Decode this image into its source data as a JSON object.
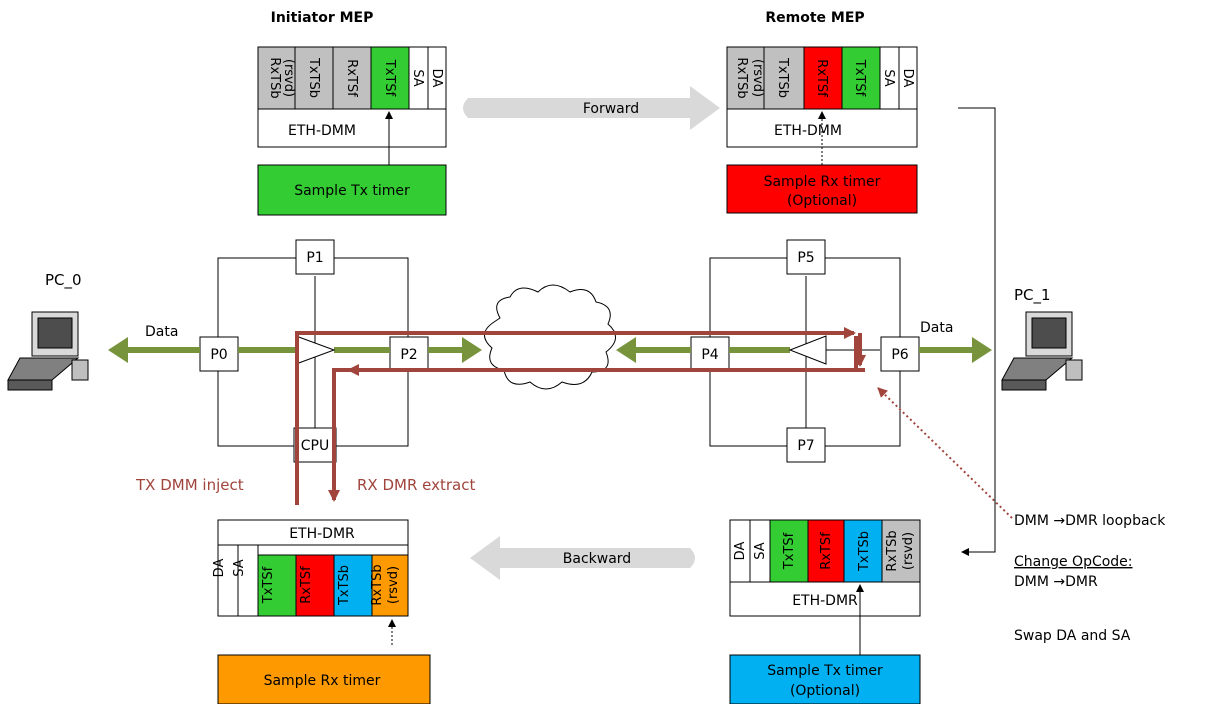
{
  "titles": {
    "initiator": "Initiator MEP",
    "remote": "Remote MEP"
  },
  "arrows": {
    "forward": "Forward",
    "backward": "Backward"
  },
  "frames": {
    "dmm_fields": [
      "DA",
      "SA",
      "TxTSf",
      "RxTSf",
      "TxTSb",
      "RxTSb\n(rsvd)"
    ],
    "dmm_label": "ETH-DMM",
    "dmr_label": "ETH-DMR"
  },
  "samples": {
    "init_tx": "Sample Tx timer",
    "remote_rx_line1": "Sample Rx timer",
    "remote_rx_line2": "(Optional)",
    "init_rx": "Sample Rx timer",
    "remote_tx_line1": "Sample Tx timer",
    "remote_tx_line2": "(Optional)"
  },
  "hosts": {
    "pc0": "PC_0",
    "pc1": "PC_1"
  },
  "ports": {
    "p0": "P0",
    "p1": "P1",
    "p2": "P2",
    "cpu": "CPU",
    "p4": "P4",
    "p5": "P5",
    "p6": "P6",
    "p7": "P7"
  },
  "flow": {
    "data_left": "Data",
    "data_right": "Data",
    "tx_inject": "TX DMM inject",
    "rx_extract": "RX DMR extract"
  },
  "notes": {
    "loopback": "DMM →DMR loopback",
    "change_opcode": "Change OpCode:",
    "opcode_detail": "DMM →DMR",
    "swap": "Swap DA and SA"
  },
  "colors": {
    "green": "#33cc33",
    "red": "#ff0000",
    "blue": "#00b0f0",
    "orange": "#ff9900",
    "gray": "#c0c0c0",
    "path": "#a0443c",
    "data": "#77933c"
  }
}
